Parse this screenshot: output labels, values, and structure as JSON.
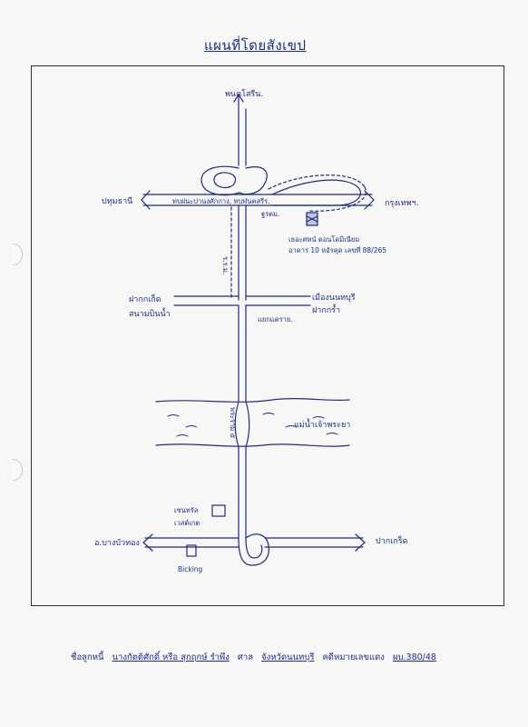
{
  "map": {
    "title": "แผนที่โดยสังเขป",
    "labels": {
      "north": "พนคโสรีน.",
      "west_top": "ปทุมธานี",
      "east_top": "กรุงเทพฯ.",
      "road_main": "ทบฝนะปานงศักกาง, ทบฬนฅสรีร.",
      "station": "ฐรตม.",
      "site_line1": "เธอะศหน์ ดอนโดมิเนียม",
      "site_line2": "อาคาร 10 หอัรคุด เลขที่ 88/265",
      "vertical_road": "ร.ร.ม.",
      "west_mid_1": "ฝากกเก็ด",
      "west_mid_2": "สนามบินน้ำ",
      "east_mid_1": "เมืองนนทบุรี",
      "east_mid_2": "ฝากกร้ำ",
      "junction": "แยกแคราย.",
      "bridge": "พระราม ๕",
      "river": "แม่น้ำเจ้าพระยา",
      "west_bottom": "อ.บางบัวทอง",
      "east_bottom": "ปากเกร็ด",
      "central": "เซนทรัล",
      "central_2": "เวสต์เกต",
      "landmark_bottom": "Bicking"
    }
  },
  "footer": {
    "prefix": "ชื่อลูกหนี้",
    "debtor": "นางกัตติศักดิ์ หรือ สุกฤกษ์ รำพึง",
    "court_prefix": "ศาล",
    "court": "จังหวัดนนทบุรี",
    "case_prefix": "คดีหมายเลขแดง",
    "case_no": "ผบ.380/48"
  },
  "colors": {
    "ink": "#1f2d96",
    "frame": "#30303a",
    "paper": "#f7f7f5"
  }
}
